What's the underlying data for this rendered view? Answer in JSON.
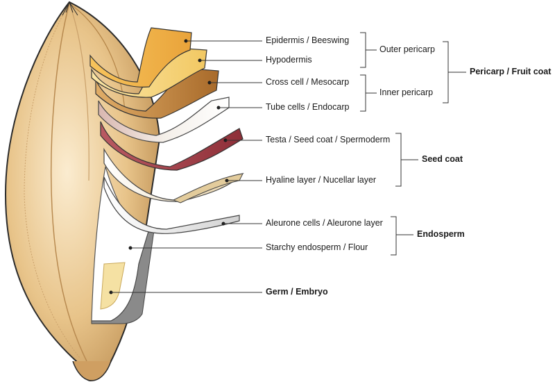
{
  "labels": {
    "epidermis": "Epidermis / Beeswing",
    "hypodermis": "Hypodermis",
    "cross_cell": "Cross cell / Mesocarp",
    "tube_cells": "Tube cells / Endocarp",
    "testa": "Testa / Seed coat / Spermoderm",
    "hyaline": "Hyaline layer / Nucellar layer",
    "aleurone": "Aleurone cells / Aleurone layer",
    "starchy": "Starchy endosperm / Flour",
    "germ": "Germ / Embryo"
  },
  "groups": {
    "outer_pericarp": "Outer pericarp",
    "inner_pericarp": "Inner pericarp",
    "pericarp": "Pericarp / Fruit coat",
    "seed_coat": "Seed coat",
    "endosperm": "Endosperm"
  },
  "colors": {
    "epidermis": "#f2b54a",
    "hypodermis": "#f6d27a",
    "cross_cell": "#c8883a",
    "tube_cells": "#f0eeea",
    "testa": "#a8434c",
    "hyaline": "#efe0c0",
    "aleurone": "#e8e8e8",
    "grain": "#e7c48c",
    "germ": "#f5e1a3"
  }
}
